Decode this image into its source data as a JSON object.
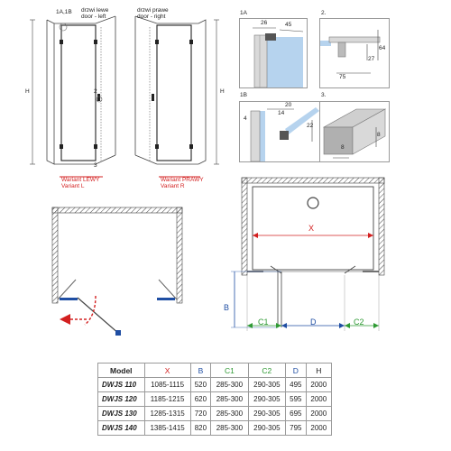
{
  "labels": {
    "tag_1a1b": "1A,1B",
    "door_left_pl": "drzwi lewe",
    "door_left_en": "door - left",
    "door_right_pl": "drzwi prawe",
    "door_right_en": "door - right",
    "h_left": "H",
    "h_right": "H",
    "mark_2": "2",
    "mark_3": "3",
    "variant_left_pl": "Wariant LEWY",
    "variant_left_en": "Variant L",
    "variant_right_pl": "Wariant PRAWY",
    "variant_right_en": "Variant R"
  },
  "details": {
    "d1a": {
      "tag": "1A",
      "dim_a": "26",
      "dim_b": "45"
    },
    "d2": {
      "tag": "2.",
      "dim_a": "64",
      "dim_b": "27",
      "dim_c": "75"
    },
    "d1b": {
      "tag": "1B",
      "dim_a": "20",
      "dim_b": "14",
      "dim_c": "4",
      "dim_d": "22"
    },
    "d3": {
      "tag": "3.",
      "dim_a": "8",
      "dim_b": "8"
    }
  },
  "plan": {
    "x_label": "X",
    "b_label": "B",
    "c1_label": "C1",
    "d_label": "D",
    "c2_label": "C2"
  },
  "table": {
    "headers": [
      "Model",
      "X",
      "B",
      "C1",
      "C2",
      "D",
      "H"
    ],
    "rows": [
      [
        "DWJS 110",
        "1085-1115",
        "520",
        "285-300",
        "290-305",
        "495",
        "2000"
      ],
      [
        "DWJS 120",
        "1185-1215",
        "620",
        "285-300",
        "290-305",
        "595",
        "2000"
      ],
      [
        "DWJS 130",
        "1285-1315",
        "720",
        "285-300",
        "290-305",
        "695",
        "2000"
      ],
      [
        "DWJS 140",
        "1385-1415",
        "820",
        "285-300",
        "290-305",
        "795",
        "2000"
      ]
    ],
    "header_colors": [
      "#222222",
      "#d32020",
      "#1f4ea3",
      "#2f9a34",
      "#2f9a34",
      "#1f4ea3",
      "#222222"
    ]
  }
}
